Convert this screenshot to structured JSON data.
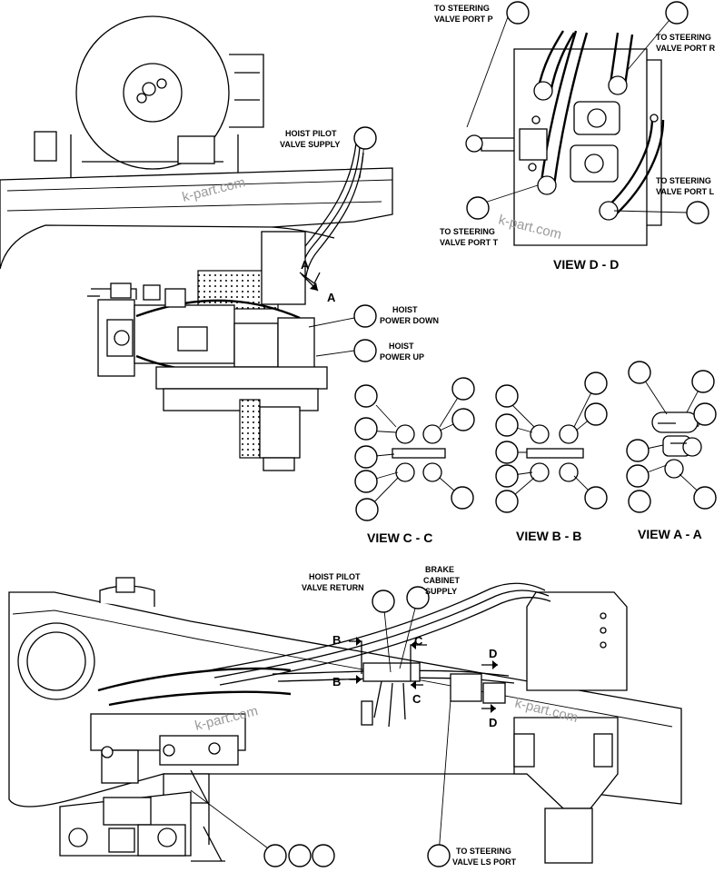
{
  "labels": {
    "steer_p_1": "TO STEERING",
    "steer_p_2": "VALVE PORT P",
    "steer_r_1": "TO STEERING",
    "steer_r_2": "VALVE PORT R",
    "steer_l_1": "TO STEERING",
    "steer_l_2": "VALVE PORT L",
    "steer_t_1": "TO STEERING",
    "steer_t_2": "VALVE PORT T",
    "hoist_supply_1": "HOIST PILOT",
    "hoist_supply_2": "VALVE SUPPLY",
    "hoist_down_1": "HOIST",
    "hoist_down_2": "POWER DOWN",
    "hoist_up_1": "HOIST",
    "hoist_up_2": "POWER UP",
    "hoist_return_1": "HOIST PILOT",
    "hoist_return_2": "VALVE RETURN",
    "brake_1": "BRAKE",
    "brake_2": "CABINET",
    "brake_3": "SUPPLY",
    "steer_ls_1": "TO STEERING",
    "steer_ls_2": "VALVE LS PORT"
  },
  "views": {
    "d": "VIEW D - D",
    "c": "VIEW C - C",
    "b": "VIEW B - B",
    "a": "VIEW A - A"
  },
  "section_marks": {
    "a_top": "A",
    "a_bottom": "A",
    "b_top": "B",
    "b_bottom": "B",
    "c_top": "C",
    "c_bottom": "C",
    "d_top": "D",
    "d_bottom": "D"
  },
  "watermark": "k-part.com"
}
